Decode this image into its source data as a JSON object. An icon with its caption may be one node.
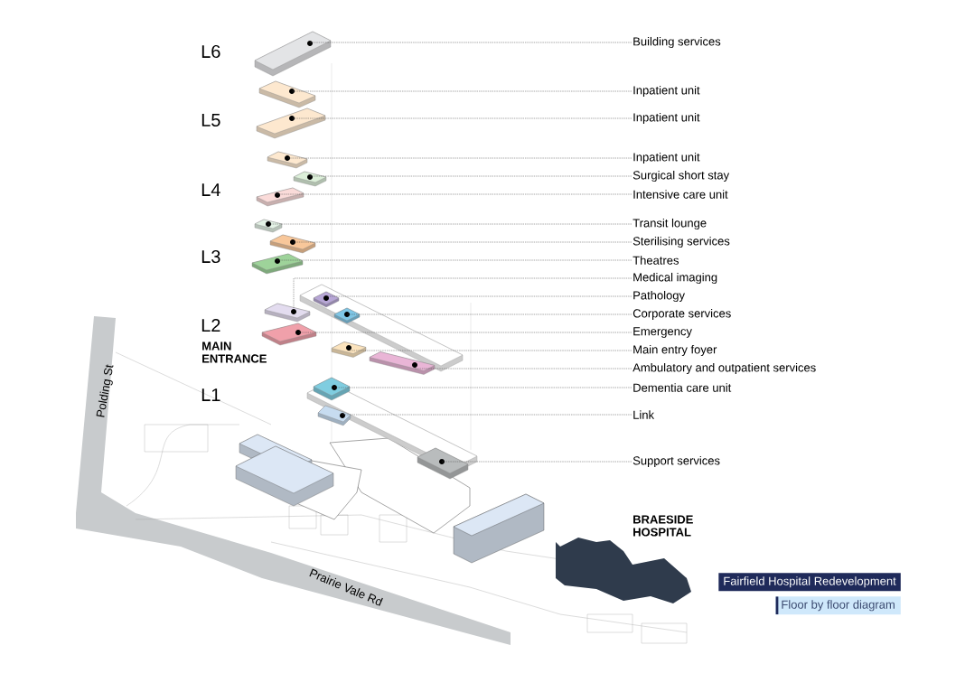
{
  "diagram": {
    "title": "Fairfield Hospital Redevelopment",
    "caption": "Floor by floor diagram",
    "nodes": [
      {
        "text": [
          "Building services"
        ]
      },
      {
        "text": [
          "Inpatient unit"
        ]
      },
      {
        "text": [
          "Inpatient unit"
        ]
      },
      {
        "text": [
          "Inpatient unit"
        ]
      },
      {
        "text": [
          "Surgical short stay"
        ]
      },
      {
        "text": [
          "Intensive care unit"
        ]
      },
      {
        "text": [
          "Transit lounge"
        ]
      },
      {
        "text": [
          "Sterilising services"
        ]
      },
      {
        "text": [
          "Theatres"
        ]
      },
      {
        "text": [
          "Medical imaging"
        ]
      },
      {
        "text": [
          "Pathology"
        ]
      },
      {
        "text": [
          "Corporate services"
        ]
      },
      {
        "text": [
          "Emergency"
        ]
      },
      {
        "text": [
          "Main entry foyer"
        ]
      },
      {
        "text": [
          "Ambulatory and outpatient services"
        ]
      },
      {
        "text": [
          "Dementia care unit"
        ]
      },
      {
        "text": [
          "Link"
        ]
      },
      {
        "text": [
          "Support services"
        ]
      },
      {
        "text": [],
        "shape": "box"
      },
      {
        "text": [],
        "shape": "box"
      },
      {
        "text": [],
        "shape": "box"
      },
      {
        "text": [],
        "shape": "box"
      },
      {
        "text": [],
        "shape": "box"
      },
      {
        "text": [],
        "shape": "box"
      },
      {
        "text": [],
        "shape": "box"
      },
      {
        "text": [],
        "shape": "box"
      },
      {
        "text": [],
        "shape": "box"
      },
      {
        "text": [],
        "shape": "box"
      },
      {
        "text": [],
        "shape": "box"
      },
      {
        "text": [],
        "shape": "box"
      },
      {
        "text": [],
        "shape": "box"
      },
      {
        "text": [],
        "shape": "box"
      },
      {
        "text": [],
        "shape": "box"
      },
      {
        "text": [],
        "shape": "box"
      },
      {
        "text": [],
        "shape": "box"
      },
      {
        "text": [],
        "shape": "box"
      }
    ],
    "edges": [
      {
        "from": 0,
        "to": 18,
        "arrow": "none"
      },
      {
        "from": 1,
        "to": 19,
        "arrow": "none"
      },
      {
        "from": 2,
        "to": 20,
        "arrow": "none"
      },
      {
        "from": 3,
        "to": 21,
        "arrow": "none"
      },
      {
        "from": 4,
        "to": 22,
        "arrow": "none"
      },
      {
        "from": 5,
        "to": 23,
        "arrow": "none"
      },
      {
        "from": 6,
        "to": 24,
        "arrow": "none"
      },
      {
        "from": 7,
        "to": 25,
        "arrow": "none"
      },
      {
        "from": 8,
        "to": 26,
        "arrow": "none"
      },
      {
        "from": 9,
        "to": 27,
        "arrow": "none"
      },
      {
        "from": 10,
        "to": 28,
        "arrow": "none"
      },
      {
        "from": 11,
        "to": 29,
        "arrow": "none"
      },
      {
        "from": 12,
        "to": 30,
        "arrow": "none"
      },
      {
        "from": 13,
        "to": 31,
        "arrow": "none"
      },
      {
        "from": 14,
        "to": 32,
        "arrow": "none"
      },
      {
        "from": 15,
        "to": 33,
        "arrow": "none"
      },
      {
        "from": 16,
        "to": 34,
        "arrow": "none"
      },
      {
        "from": 17,
        "to": 35,
        "arrow": "none"
      }
    ],
    "labels": [
      "L6",
      "L5",
      "L4",
      "L3",
      "L2",
      "MAIN ENTRANCE",
      "L1",
      "Polding St",
      "Prairie Vale Rd",
      "BRAESIDE HOSPITAL"
    ]
  }
}
